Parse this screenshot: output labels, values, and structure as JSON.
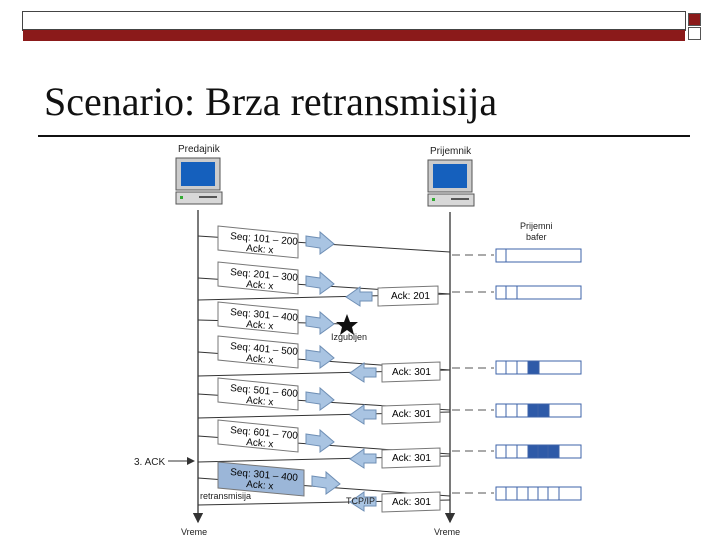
{
  "title": "Scenario: Brza retransmisija",
  "diagram": {
    "sender_label": "Predajnik",
    "receiver_label": "Prijemnik",
    "buffer_label": "Prijemni\nbafer",
    "lost_label": "Izgubljen",
    "third_ack_label": "3. ACK",
    "retransmit_label": "retransmisija",
    "tcpip_label": "TCP/IP",
    "time_label_left": "Vreme",
    "time_label_right": "Vreme",
    "segments": [
      {
        "seq": "Seq: 101 – 200",
        "ack": "Ack: x"
      },
      {
        "seq": "Seq: 201 – 300",
        "ack": "Ack: x"
      },
      {
        "seq": "Seq: 301 – 400",
        "ack": "Ack: x"
      },
      {
        "seq": "Seq: 401 – 500",
        "ack": "Ack: x"
      },
      {
        "seq": "Seq: 501 – 600",
        "ack": "Ack: x"
      },
      {
        "seq": "Seq: 601 – 700",
        "ack": "Ack: x"
      },
      {
        "seq": "Seq: 301 – 400",
        "ack": "Ack: x"
      }
    ],
    "acks": [
      "Ack: 201",
      "Ack: 301",
      "Ack: 301",
      "Ack: 301",
      "Ack: 301"
    ],
    "colors": {
      "maroon": "#8b1a1a",
      "arrow": "#a9c4e2",
      "buffer_fill": "#2e5aa8",
      "buffer_light": "#b8cbe6"
    }
  }
}
